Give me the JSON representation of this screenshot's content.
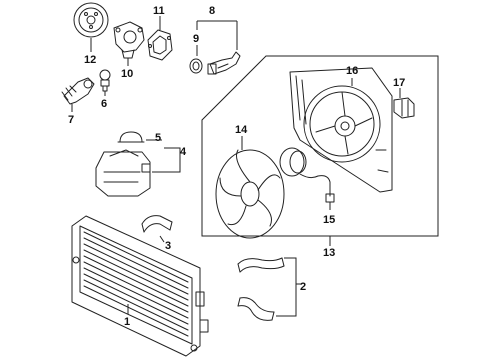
{
  "callouts": {
    "c1": "1",
    "c2": "2",
    "c3": "3",
    "c4": "4",
    "c5": "5",
    "c6": "6",
    "c7": "7",
    "c8": "8",
    "c9": "9",
    "c10": "10",
    "c11": "11",
    "c12": "12",
    "c13": "13",
    "c14": "14",
    "c15": "15",
    "c16": "16",
    "c17": "17"
  },
  "parts": {
    "p1": "radiator",
    "p2": "radiator-hoses",
    "p3": "upper-hose",
    "p4": "coolant-reservoir",
    "p5": "reservoir-cap",
    "p6": "thermostat-sensor",
    "p7": "thermostat-housing",
    "p8": "heater-hose-connector",
    "p9": "o-ring",
    "p10": "water-pump",
    "p11": "pump-gasket",
    "p12": "pump-pulley",
    "p13": "fan-assembly",
    "p14": "fan-blade",
    "p15": "fan-motor",
    "p16": "fan-shroud",
    "p17": "resistor"
  }
}
